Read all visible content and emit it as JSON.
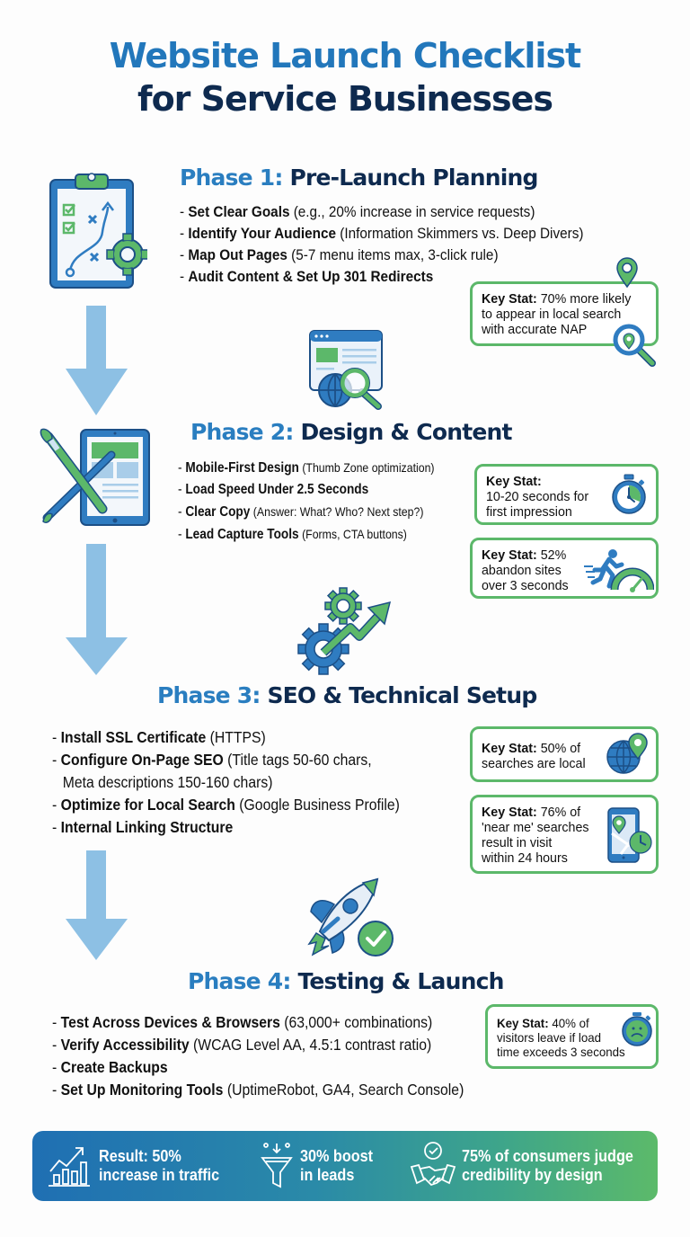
{
  "header": {
    "title_line1": "Website Launch Checklist",
    "title_line2": "for Service Businesses"
  },
  "colors": {
    "accent_blue": "#2a7ec0",
    "navy": "#0e2a4f",
    "accent_green": "#5cb86a",
    "arrow_blue": "#8dc0e4"
  },
  "phases": [
    {
      "number_label": "Phase 1:",
      "name": "Pre-Launch Planning",
      "icon": "clipboard-strategy-gear-icon",
      "items": [
        {
          "bold": "Set Clear Goals",
          "detail": " (e.g., 20% increase in service requests)"
        },
        {
          "bold": "Identify Your Audience",
          "detail": " (Information Skimmers vs. Deep Divers)"
        },
        {
          "bold": "Map Out Pages",
          "detail": " (5-7 menu items max, 3-click rule)"
        },
        {
          "bold": "Audit Content & Set Up 301 Redirects",
          "detail": ""
        }
      ],
      "stats": [
        {
          "label": "Key Stat:",
          "text": " 70% more likely",
          "line2": "to appear in local search",
          "line3": "with accurate NAP",
          "icon": "map-pin-magnifier-icon"
        }
      ],
      "extra_icon": "browser-globe-search-icon"
    },
    {
      "number_label": "Phase 2:",
      "name": "Design & Content",
      "icon": "tablet-paintbrush-icon",
      "items": [
        {
          "bold": "Mobile-First Design",
          "detail": " (Thumb Zone optimization)"
        },
        {
          "bold": "Load Speed Under 2.5 Seconds",
          "detail": ""
        },
        {
          "bold": "Clear Copy",
          "detail": " (Answer: What? Who? Next step?)"
        },
        {
          "bold": "Lead Capture Tools",
          "detail": " (Forms, CTA buttons)"
        }
      ],
      "stats": [
        {
          "label": "Key Stat:",
          "text": "",
          "line2": "10-20 seconds for",
          "line3": "first impression",
          "icon": "stopwatch-icon"
        },
        {
          "label": "Key Stat:",
          "text": " 52%",
          "line2": "abandon sites",
          "line3": "over 3 seconds",
          "icon": "running-speedometer-icon"
        }
      ]
    },
    {
      "number_label": "Phase 3:",
      "name": "SEO & Technical Setup",
      "icon": "gears-growth-arrow-icon",
      "items": [
        {
          "bold": "Install SSL Certificate",
          "detail": " (HTTPS)"
        },
        {
          "bold": "Configure On-Page SEO",
          "detail": " (Title tags 50-60 chars,",
          "cont": "Meta descriptions 150-160 chars)"
        },
        {
          "bold": "Optimize for Local Search",
          "detail": " (Google Business Profile)"
        },
        {
          "bold": "Internal Linking Structure",
          "detail": ""
        }
      ],
      "stats": [
        {
          "label": "Key Stat:",
          "text": " 50% of",
          "line2": "searches are local",
          "icon": "globe-pin-icon"
        },
        {
          "label": "Key Stat:",
          "text": " 76% of",
          "line2": "'near me' searches",
          "line3": "result in visit",
          "line4": "within 24 hours",
          "icon": "phone-map-clock-icon"
        }
      ]
    },
    {
      "number_label": "Phase 4:",
      "name": "Testing & Launch",
      "icon": "rocket-check-icon",
      "items": [
        {
          "bold": "Test Across Devices & Browsers",
          "detail": " (63,000+ combinations)"
        },
        {
          "bold": "Verify Accessibility",
          "detail": " (WCAG Level AA, 4.5:1 contrast ratio)"
        },
        {
          "bold": "Create Backups",
          "detail": ""
        },
        {
          "bold": "Set Up Monitoring Tools",
          "detail": " (UptimeRobot, GA4, Search Console)"
        }
      ],
      "stats": [
        {
          "label": "Key Stat:",
          "text": " 40% of",
          "line2": "visitors leave if load",
          "line3": "time exceeds 3 seconds",
          "icon": "sad-stopwatch-icon"
        }
      ]
    }
  ],
  "banner": {
    "items": [
      {
        "line1": "Result: 50%",
        "line2": "increase in traffic",
        "icon": "growth-chart-icon"
      },
      {
        "line1": "30% boost",
        "line2": "in leads",
        "icon": "funnel-icon"
      },
      {
        "line1": "75% of consumers judge",
        "line2": "credibility by design",
        "icon": "handshake-check-icon"
      }
    ]
  }
}
